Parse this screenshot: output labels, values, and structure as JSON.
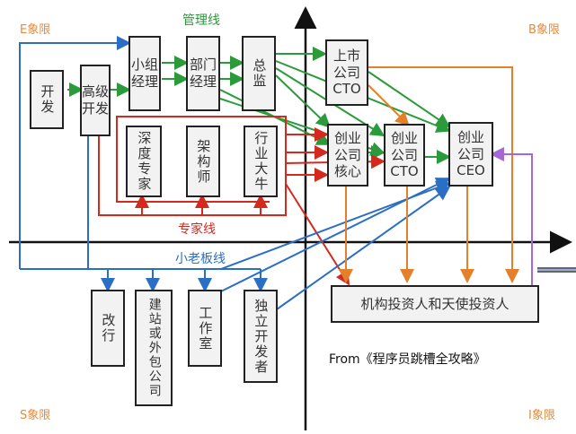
{
  "quadrants": {
    "e": "E象限",
    "b": "B象限",
    "s": "S象限",
    "i": "I象限"
  },
  "lines": {
    "management": "管理线",
    "expert": "专家线",
    "small_boss": "小老板线"
  },
  "nodes": {
    "kaifa": "开发",
    "senior_dev": "高级\n开发",
    "team_lead": "小组\n经理",
    "dept_mgr": "部门\n经理",
    "director": "总监",
    "listed_cto": "上市\n公司\nCTO",
    "startup_core": "创业\n公司\n核心",
    "startup_cto": "创业\n公司\nCTO",
    "startup_ceo": "创业\n公司\nCEO",
    "deep_expert": "深度专家",
    "architect": "架构师",
    "industry_star": "行业大牛",
    "investors": "机构投资人和天使投资人",
    "change_career": "改行",
    "outsourcing": "建站或外包公司",
    "studio": "工作室",
    "indie_dev": "独立开发者"
  },
  "source": "From《程序员跳槽全攻略》",
  "colors": {
    "green": "#2a9a3a",
    "red": "#d42a1e",
    "blue": "#2a6fc4",
    "orange": "#e5802a",
    "purple": "#a566d6",
    "axis": "#111111"
  }
}
